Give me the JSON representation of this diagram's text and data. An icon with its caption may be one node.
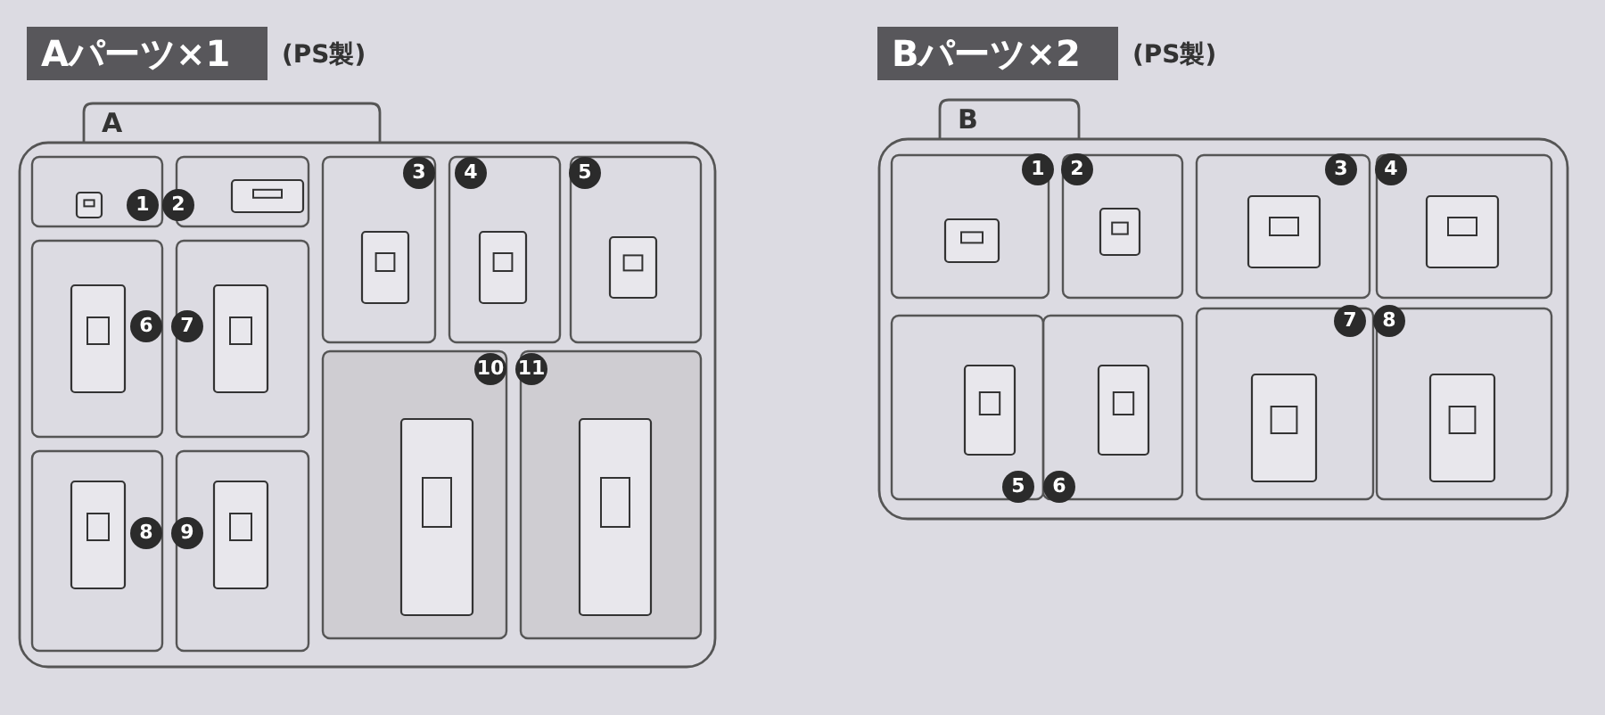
{
  "diagram": {
    "nodes": [
      {
        "text": [
          "Aパーツ×1"
        ],
        "beside": [
          "(PS製)"
        ]
      },
      {
        "text": [
          "A"
        ]
      },
      {
        "text": [
          "Bパーツ×2"
        ],
        "beside": [
          "(PS製)"
        ]
      },
      {
        "text": [
          "B"
        ]
      }
    ],
    "labels": [
      "1",
      "2",
      "3",
      "4",
      "5",
      "6",
      "7",
      "8",
      "9",
      "10",
      "11",
      "1",
      "2",
      "3",
      "4",
      "7",
      "8",
      "5",
      "6"
    ]
  }
}
